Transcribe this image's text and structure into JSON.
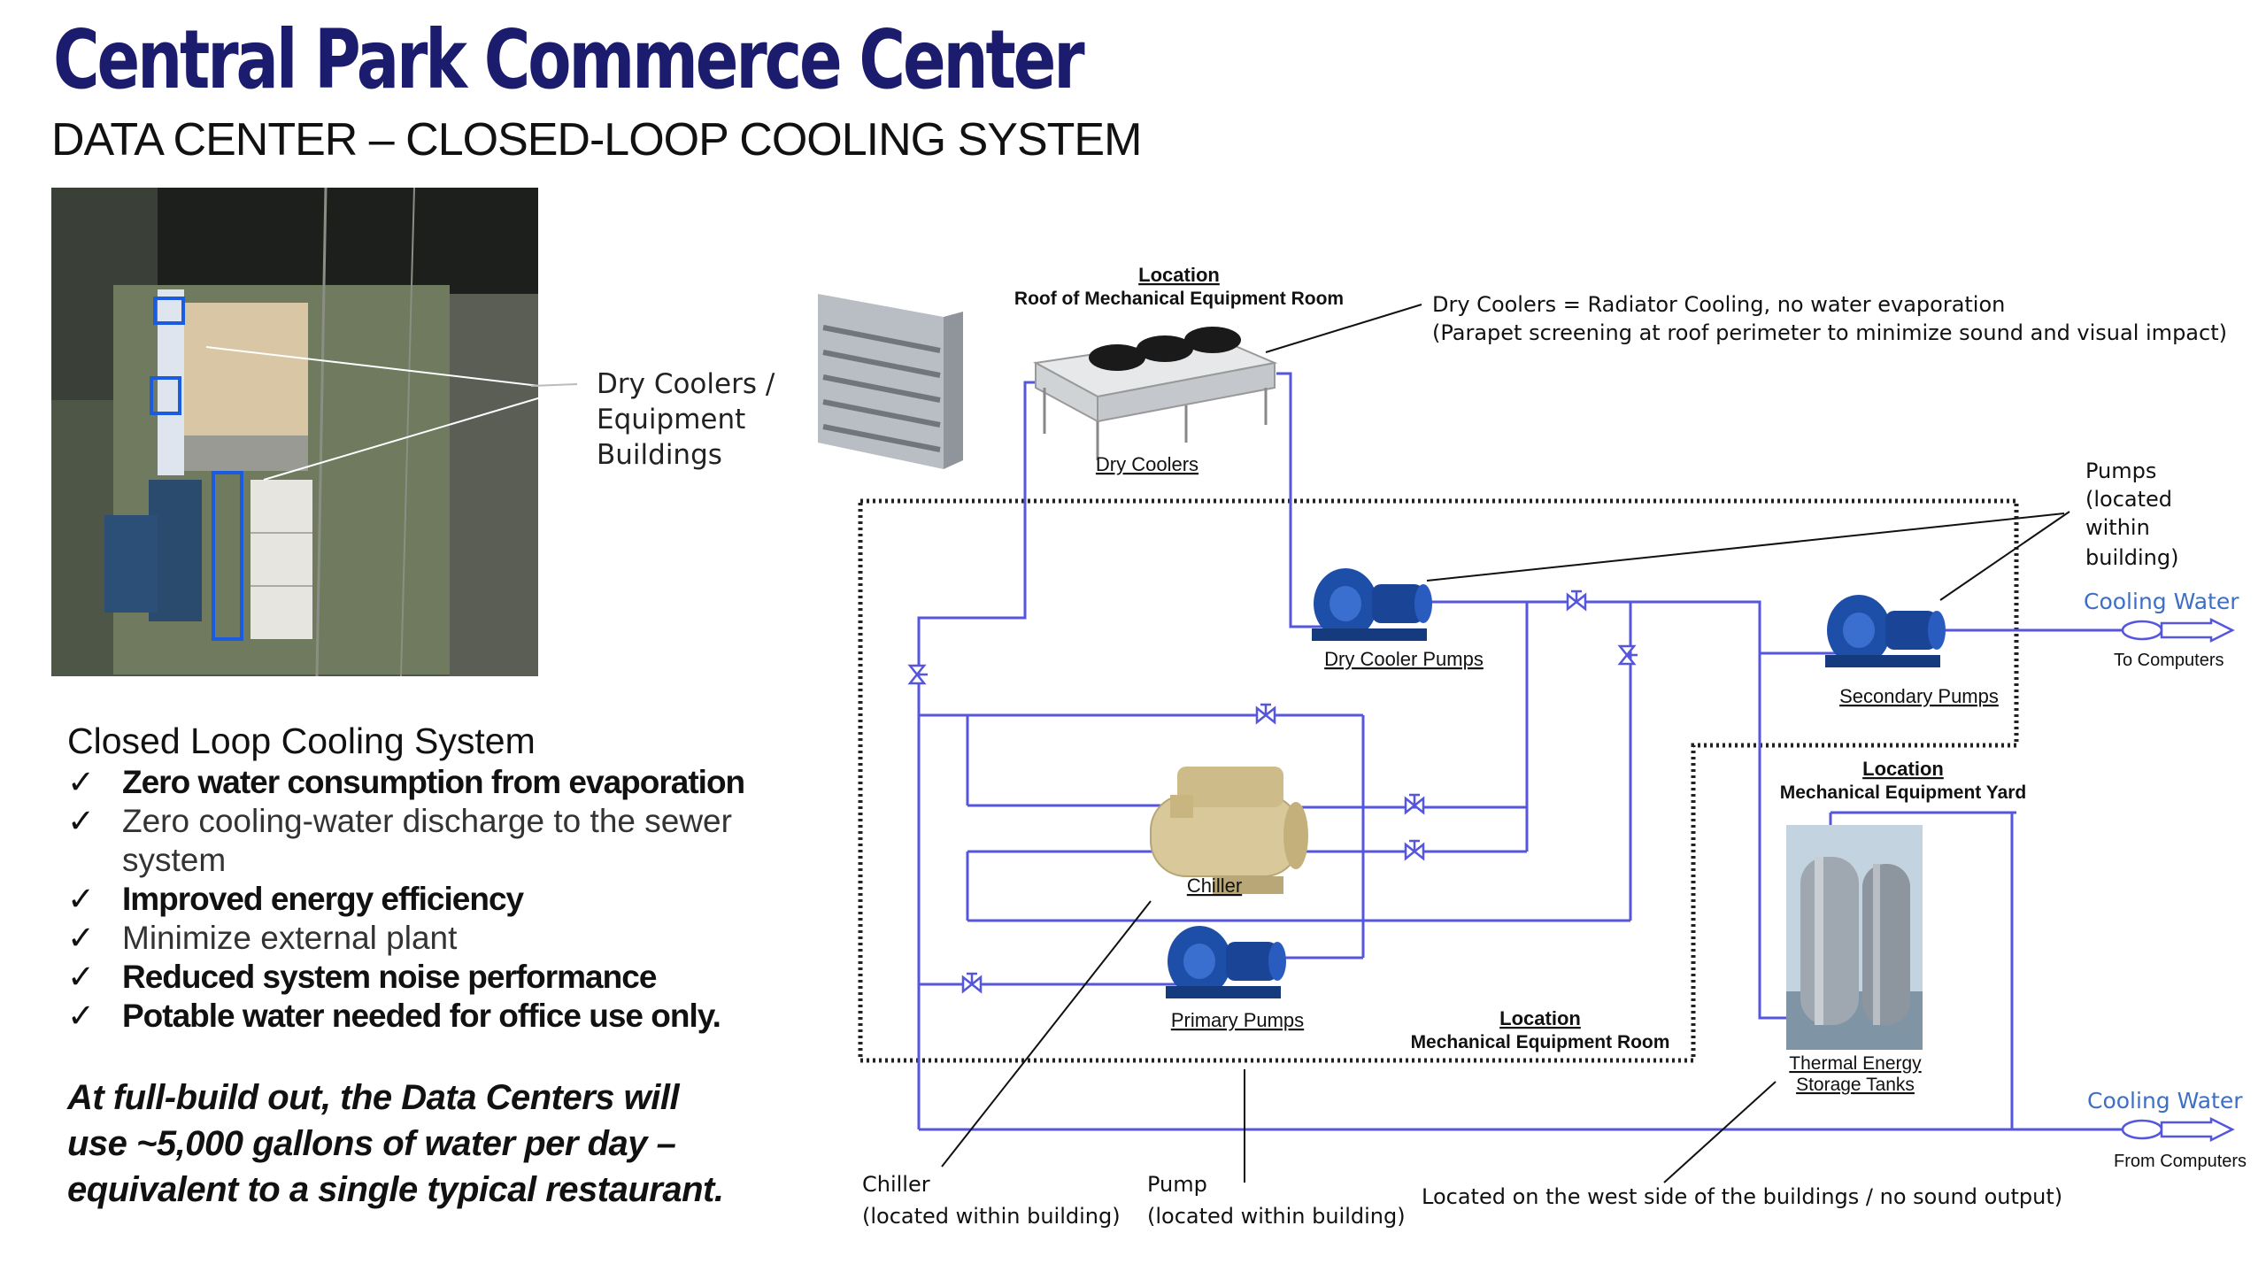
{
  "header": {
    "title": "Central Park Commerce Center",
    "subtitle": "DATA CENTER – CLOSED-LOOP COOLING SYSTEM"
  },
  "aerial_callout": [
    "Dry Coolers /",
    "Equipment",
    "Buildings"
  ],
  "features": {
    "heading": "Closed Loop Cooling System",
    "items": [
      {
        "text": "Zero water consumption from evaporation",
        "weight": "bold"
      },
      {
        "text": "Zero cooling-water discharge to the sewer",
        "weight": "normal"
      },
      {
        "text": "system",
        "weight": "normal",
        "continuation": true
      },
      {
        "text": "Improved energy efficiency",
        "weight": "bold"
      },
      {
        "text": "Minimize external plant",
        "weight": "normal"
      },
      {
        "text": "Reduced system noise performance",
        "weight": "bold"
      },
      {
        "text": "Potable water needed for office use only.",
        "weight": "bold"
      }
    ]
  },
  "summary": [
    "At full-build out, the Data Centers will",
    "use ~5,000 gallons of water per day –",
    "equivalent to a single typical restaurant."
  ],
  "diagram": {
    "roof_location_title": "Location",
    "roof_location_name": "Roof of Mechanical Equipment Room",
    "dry_coolers_label": "Dry Coolers",
    "dry_coolers_note_1": "Dry Coolers = Radiator Cooling, no water evaporation",
    "dry_coolers_note_2": "(Parapet screening at roof perimeter to minimize sound and visual impact)",
    "pumps_note": [
      "Pumps",
      "(located",
      "within",
      "building)"
    ],
    "dry_cooler_pumps_label": "Dry Cooler Pumps",
    "secondary_pumps_label": "Secondary Pumps",
    "cooling_water_out": "Cooling Water",
    "to_computers": "To Computers",
    "yard_location_title": "Location",
    "yard_location_name": "Mechanical Equipment Yard",
    "chiller_label": "Chiller",
    "primary_pumps_label": "Primary Pumps",
    "room_location_title": "Location",
    "room_location_name": "Mechanical Equipment Room",
    "tes_label_1": "Thermal Energy",
    "tes_label_2": "Storage Tanks",
    "cooling_water_in": "Cooling Water",
    "from_computers": "From Computers",
    "chiller_note_1": "Chiller",
    "chiller_note_2": "(located within building)",
    "pump_note_1": "Pump",
    "pump_note_2": "(located within building)",
    "tes_note": "Located on the west side of the buildings / no sound output)"
  },
  "colors": {
    "title": "#1c1c6e",
    "pipe": "#5555dd",
    "pump_blue": "#1e4fa8",
    "chiller": "#d9c89a",
    "callout_blue": "#3d6fc4",
    "highlight_blue": "#1a5be0"
  }
}
